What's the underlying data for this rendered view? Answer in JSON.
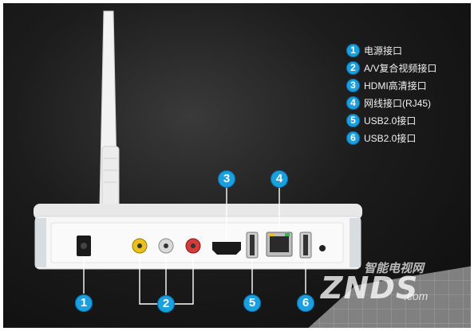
{
  "legend": {
    "items": [
      {
        "num": "1",
        "label": "电源接口"
      },
      {
        "num": "2",
        "label": "A/V复合视频接口"
      },
      {
        "num": "3",
        "label": "HDMI高清接口"
      },
      {
        "num": "4",
        "label": "网线接口(RJ45)"
      },
      {
        "num": "5",
        "label": "USB2.0接口"
      },
      {
        "num": "6",
        "label": "USB2.0接口"
      }
    ]
  },
  "callouts": {
    "c1": "1",
    "c2": "2",
    "c3": "3",
    "c4": "4",
    "c5": "5",
    "c6": "6"
  },
  "watermark": {
    "chinese": "智能电视网",
    "logo": "ZNDS",
    "domain": ".com"
  },
  "colors": {
    "accent": "#1aa0e0",
    "rca_yellow": "#e8c21a",
    "rca_white": "#d9d9d9",
    "rca_red": "#d33a3a"
  }
}
